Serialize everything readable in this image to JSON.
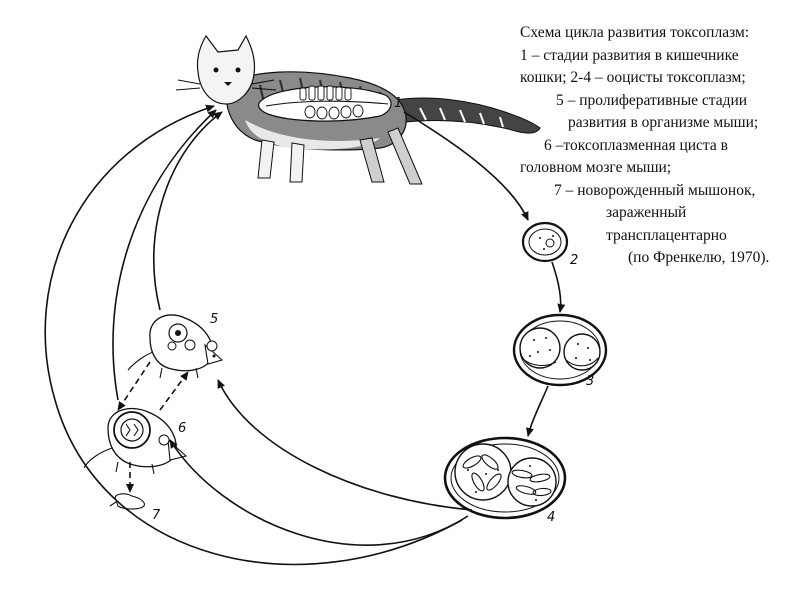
{
  "caption": {
    "title": "Схема цикла развития токсоплазм:",
    "line1": "1 – стадии развития в кишечнике",
    "line2": "кошки; 2-4 – ооцисты токсоплазм;",
    "line3": "5 – пролиферативные стадии",
    "line4": "развития в организме мыши;",
    "line5": "6 –токсоплазменная циста в",
    "line6": "головном мозге мыши;",
    "line7": "7 – новорожденный мышонок,",
    "line8": "зараженный",
    "line9": "трансплацентарно",
    "line10": "(по Френкелю, 1970)."
  },
  "labels": {
    "n1": "1",
    "n2": "2",
    "n3": "3",
    "n4": "4",
    "n5": "5",
    "n6": "6",
    "n7": "7"
  }
}
